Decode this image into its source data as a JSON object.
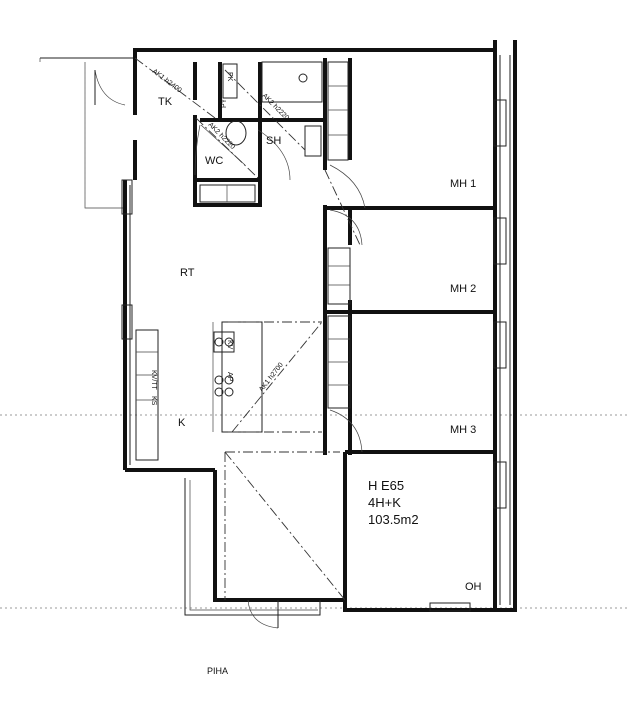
{
  "rooms": {
    "tk": "TK",
    "wc": "WC",
    "sh": "SH",
    "rt": "RT",
    "k": "K",
    "mh1": "MH  1",
    "mh2": "MH  2",
    "mh3": "MH  3",
    "oh": "OH"
  },
  "unit": {
    "code": "H  E65",
    "type": "4H+K",
    "area": "103.5m2"
  },
  "outdoor": "PIHA",
  "annotations": {
    "ak1_entry": "AK1  h2400",
    "ak2_bath": "AK2  h2220",
    "ak2_wc": "AK2  h2220",
    "ak1_kitchen": "AK1  h2700"
  },
  "fixtures": {
    "pk": "PK",
    "py": "PY",
    "kv": "KV",
    "ap": "AP",
    "kvtt": "KV/TT",
    "ks": "KS"
  }
}
